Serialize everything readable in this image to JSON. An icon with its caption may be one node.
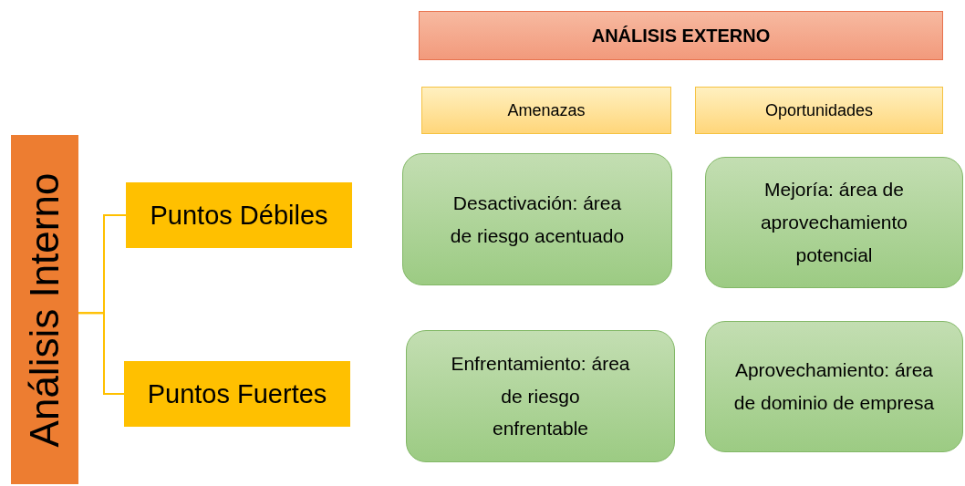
{
  "diagram": {
    "nodes": [
      {
        "text": [
          "ANÁLISIS EXTERNO"
        ]
      },
      {
        "text": [
          "Amenazas"
        ]
      },
      {
        "text": [
          "Oportunidades"
        ]
      },
      {
        "text": [
          "Análisis Interno"
        ]
      },
      {
        "text": [
          "Puntos Débiles"
        ]
      },
      {
        "text": [
          "Puntos Fuertes"
        ]
      },
      {
        "text": [
          "Desactivación: área de riesgo acentuado"
        ]
      },
      {
        "text": [
          "Mejoría: área de aprovechamiento potencial"
        ]
      },
      {
        "text": [
          "Enfrentamiento: área de riesgo enfrentable"
        ]
      },
      {
        "text": [
          "Aprovechamiento: área de dominio de empresa"
        ]
      }
    ],
    "edges": [
      {
        "from": 3,
        "to": 4,
        "arrow": "none",
        "color": "#ffc000"
      },
      {
        "from": 3,
        "to": 5,
        "arrow": "none",
        "color": "#ffc000"
      }
    ]
  }
}
